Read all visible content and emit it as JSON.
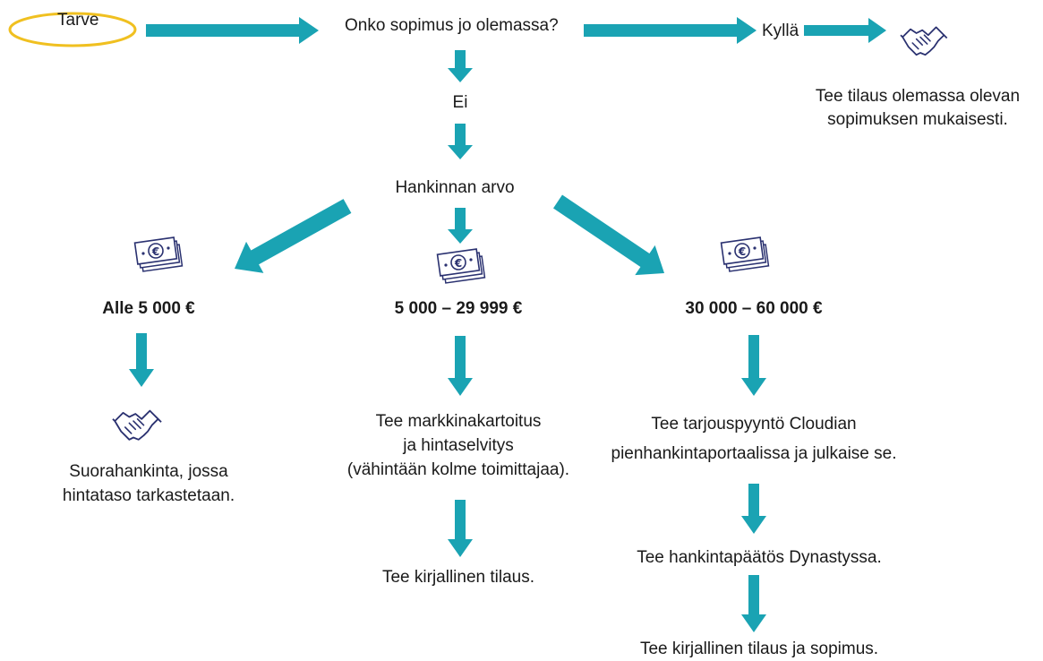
{
  "colors": {
    "arrow": "#1aa3b3",
    "start_ellipse": "#f0c020",
    "icon_stroke": "#2a3170",
    "text": "#1a1a1a"
  },
  "nodes": {
    "start": "Tarve",
    "question": "Onko sopimus jo olemassa?",
    "yes": "Kyllä",
    "yes_action_line1": "Tee tilaus olemassa olevan",
    "yes_action_line2": "sopimuksen mukaisesti.",
    "no": "Ei",
    "value": "Hankinnan arvo",
    "tier1": {
      "amount": "Alle 5 000 €",
      "action_line1": "Suorahankinta, jossa",
      "action_line2": "hintataso tarkastetaan."
    },
    "tier2": {
      "amount": "5 000 – 29 999 €",
      "action_line1": "Tee markkinakartoitus",
      "action_line2": "ja hintaselvitys",
      "action_line3": "(vähintään kolme toimittajaa).",
      "final": "Tee kirjallinen tilaus."
    },
    "tier3": {
      "amount": "30 000 – 60 000 €",
      "action_line1": "Tee tarjouspyyntö Cloudian",
      "action_line2": "pienhankintaportaalissa ja julkaise se.",
      "step2": "Tee hankintapäätös Dynastyssa.",
      "step3": "Tee kirjallinen tilaus ja sopimus."
    }
  },
  "icons": {
    "handshake": "handshake-icon",
    "money": "euro-banknotes-icon"
  }
}
